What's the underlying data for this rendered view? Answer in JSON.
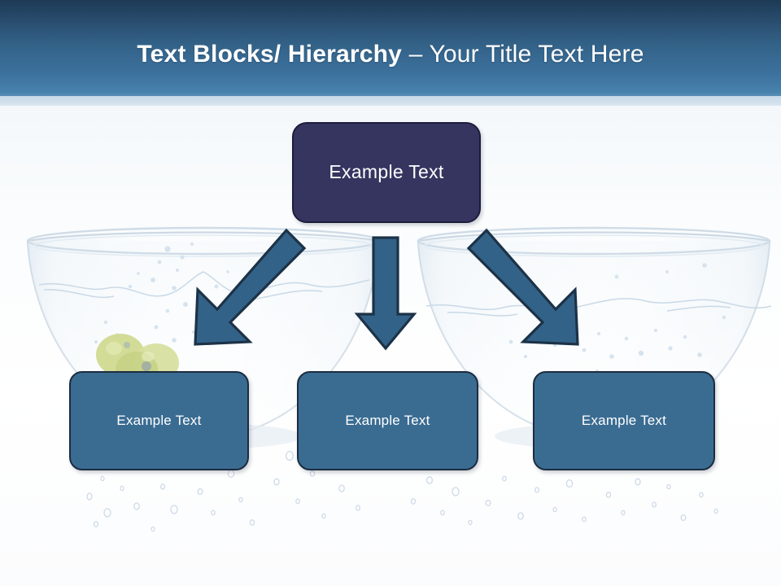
{
  "slide": {
    "title": {
      "bold_part": "Text Blocks/ Hierarchy ",
      "light_part": "– Your Title Text Here",
      "full": "Text Blocks/ Hierarchy – Your Title Text Here"
    },
    "background_description": "Two transparent glass bowls filled with water, splashing water surface, green olives, and rising bubbles"
  },
  "colors": {
    "header_top": "#1d3a55",
    "header_bottom": "#4782ad",
    "root_box_fill": "#353560",
    "root_box_border": "#1d1d3a",
    "child_box_fill": "#3a6c92",
    "child_box_border": "#1c2c3f",
    "arrow_fill": "#336288",
    "arrow_border": "#1c3247",
    "text_on_box": "#ffffff",
    "slide_background": "#fbfcfe"
  },
  "diagram": {
    "root": {
      "label": "Example Text"
    },
    "children": [
      {
        "label": "Example Text"
      },
      {
        "label": "Example Text"
      },
      {
        "label": "Example Text"
      }
    ],
    "arrows": [
      {
        "name": "arrow-down-left",
        "direction": "down-left"
      },
      {
        "name": "arrow-down",
        "direction": "down"
      },
      {
        "name": "arrow-down-right",
        "direction": "down-right"
      }
    ]
  }
}
